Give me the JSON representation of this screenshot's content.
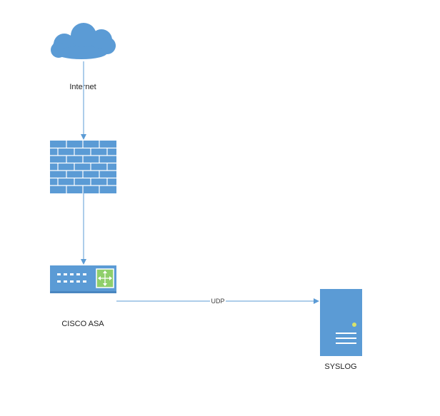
{
  "colors": {
    "accent": "#5b9bd5",
    "brick_mortar": "#ffffff",
    "router_badge": "#8fcf6b",
    "server_led": "#d8e26a",
    "edge": "#5b9bd5"
  },
  "nodes": {
    "internet": {
      "label": "Internet",
      "icon": "cloud-icon"
    },
    "firewall": {
      "label": "",
      "icon": "firewall-icon"
    },
    "asa": {
      "label": "CISCO ASA",
      "icon": "switch-icon"
    },
    "syslog": {
      "label": "SYSLOG",
      "icon": "server-icon"
    }
  },
  "edges": {
    "internet_to_firewall": {
      "label": ""
    },
    "firewall_to_asa": {
      "label": ""
    },
    "asa_to_syslog": {
      "label": "UDP"
    }
  }
}
